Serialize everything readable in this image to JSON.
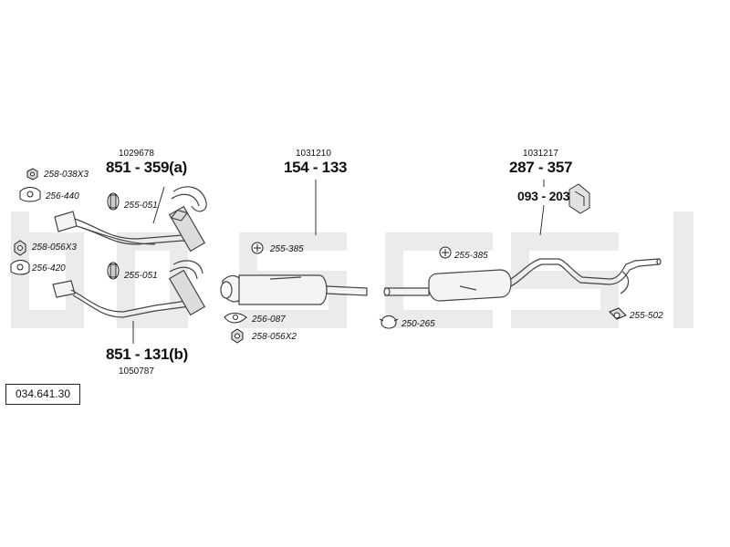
{
  "catalog_number": "034.641.30",
  "watermark": {
    "color": "#ebebeb"
  },
  "assemblies": {
    "front_pipe_a": {
      "ref": "1029678",
      "part": "851 - 359(a)"
    },
    "front_pipe_b": {
      "ref": "1050787",
      "part": "851 - 131(b)"
    },
    "middle_silencer": {
      "ref": "1031210",
      "part": "154 - 133"
    },
    "rear_silencer": {
      "ref": "1031217",
      "part": "287 - 357"
    },
    "hanger": {
      "part": "093 - 203"
    }
  },
  "accessories": {
    "nut_top": "258-038X3",
    "gasket_top": "256-440",
    "nut_mid": "258-056X3",
    "gasket_mid": "256-420",
    "clamp_upper": "255-051",
    "clamp_lower": "255-051",
    "clamp_center": "255-385",
    "gasket_center": "256-087",
    "nut_center": "258-056X2",
    "clamp_right": "255-385",
    "ring_right": "250-265",
    "clamp_tail": "255-502"
  }
}
